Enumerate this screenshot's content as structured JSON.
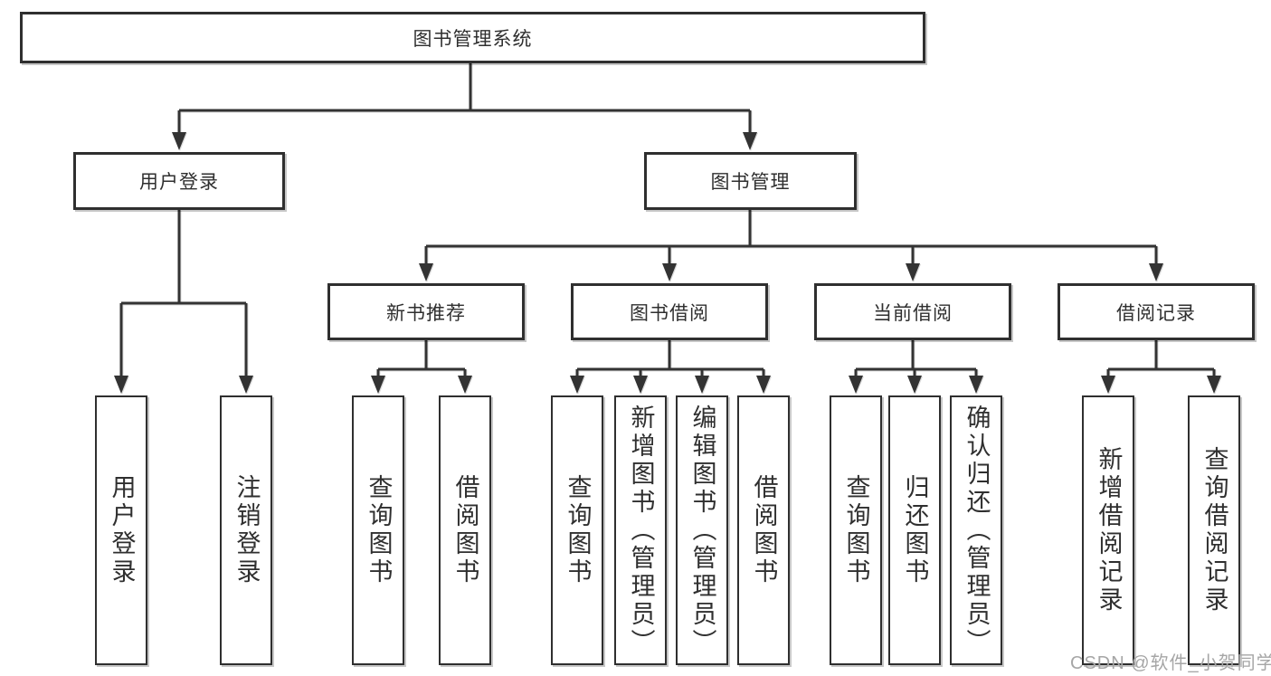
{
  "diagram": {
    "tree": {
      "root": {
        "label": "图书管理系统"
      },
      "branches": [
        {
          "label": "用户登录",
          "children": [
            {
              "label": "用户登录"
            },
            {
              "label": "注销登录"
            }
          ]
        },
        {
          "label": "图书管理",
          "children": [
            {
              "label": "新书推荐",
              "children": [
                {
                  "label": "查询图书"
                },
                {
                  "label": "借阅图书"
                }
              ]
            },
            {
              "label": "图书借阅",
              "children": [
                {
                  "label": "查询图书"
                },
                {
                  "label": "新增图书（管理员）"
                },
                {
                  "label": "编辑图书（管理员）"
                },
                {
                  "label": "借阅图书"
                }
              ]
            },
            {
              "label": "当前借阅",
              "children": [
                {
                  "label": "查询图书"
                },
                {
                  "label": "归还图书"
                },
                {
                  "label": "确认归还（管理员）"
                }
              ]
            },
            {
              "label": "借阅记录",
              "children": [
                {
                  "label": "新增借阅记录"
                },
                {
                  "label": "查询借阅记录"
                }
              ]
            }
          ]
        }
      ]
    },
    "colors": {
      "line": "#333333",
      "box_border": "#2f2f2f",
      "text": "#2f2f2f",
      "background": "#ffffff",
      "watermark": "#a6a6a6"
    }
  },
  "watermark": {
    "text": "CSDN @软件_小贺同学"
  }
}
